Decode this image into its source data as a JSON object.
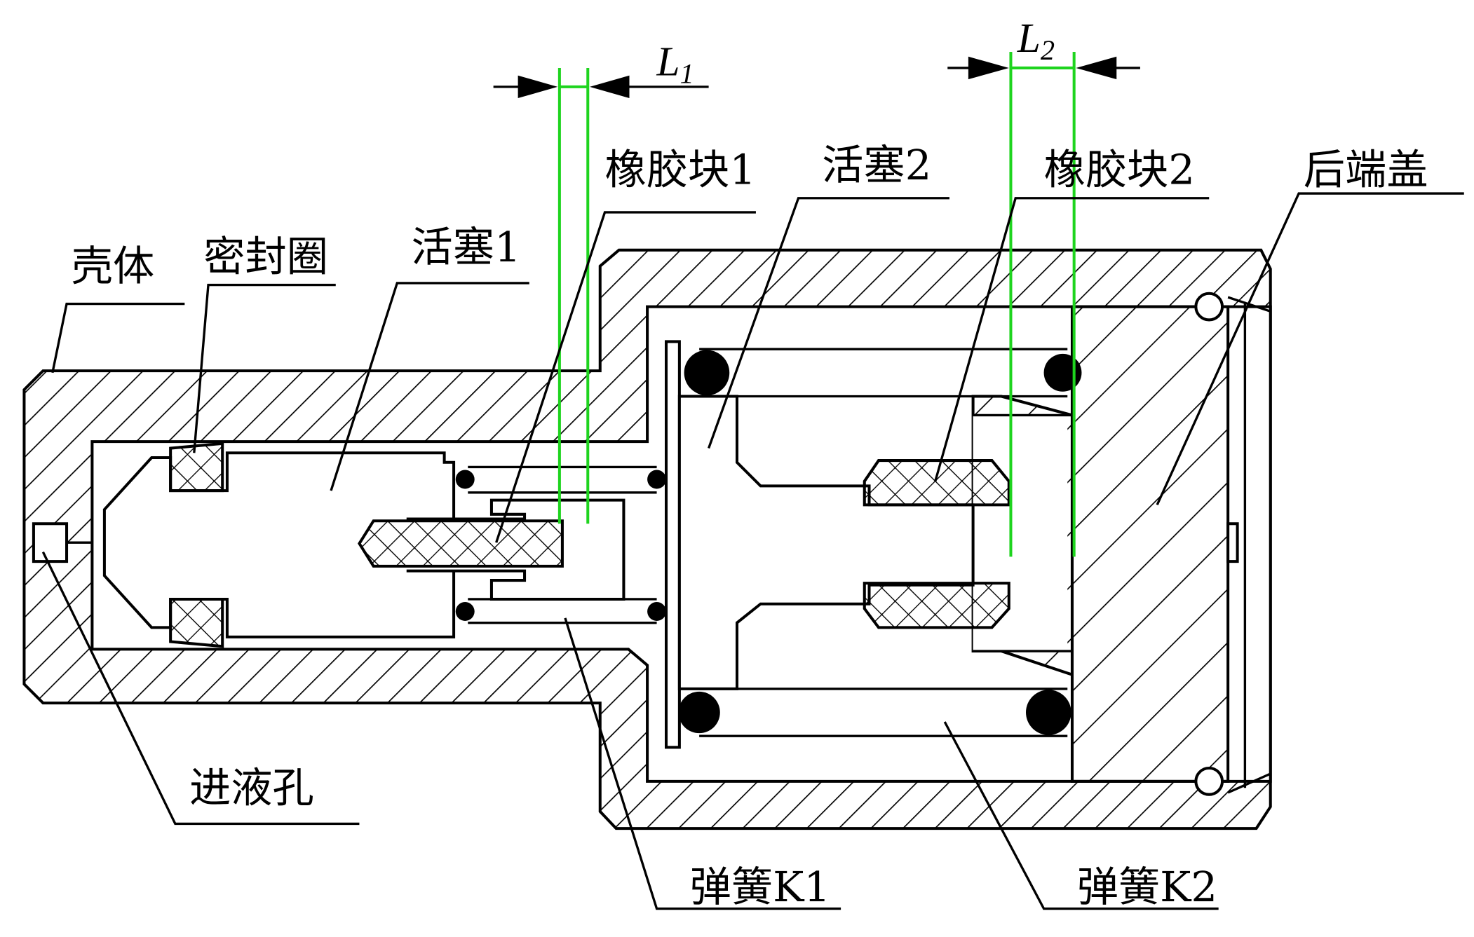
{
  "labels": {
    "housing": "壳体",
    "seal_ring": "密封圈",
    "piston1": "活塞1",
    "rubber_block1": "橡胶块1",
    "piston2": "活塞2",
    "rubber_block2": "橡胶块2",
    "rear_end_cap": "后端盖",
    "inlet_hole": "进液孔",
    "spring_k1": "弹簧K1",
    "spring_k2": "弹簧K2"
  },
  "dimensions": {
    "l1": {
      "symbol": "L",
      "subscript": "1"
    },
    "l2": {
      "symbol": "L",
      "subscript": "2"
    }
  },
  "colors": {
    "dimension_lines": "#1ed41e",
    "outline": "#000000"
  }
}
